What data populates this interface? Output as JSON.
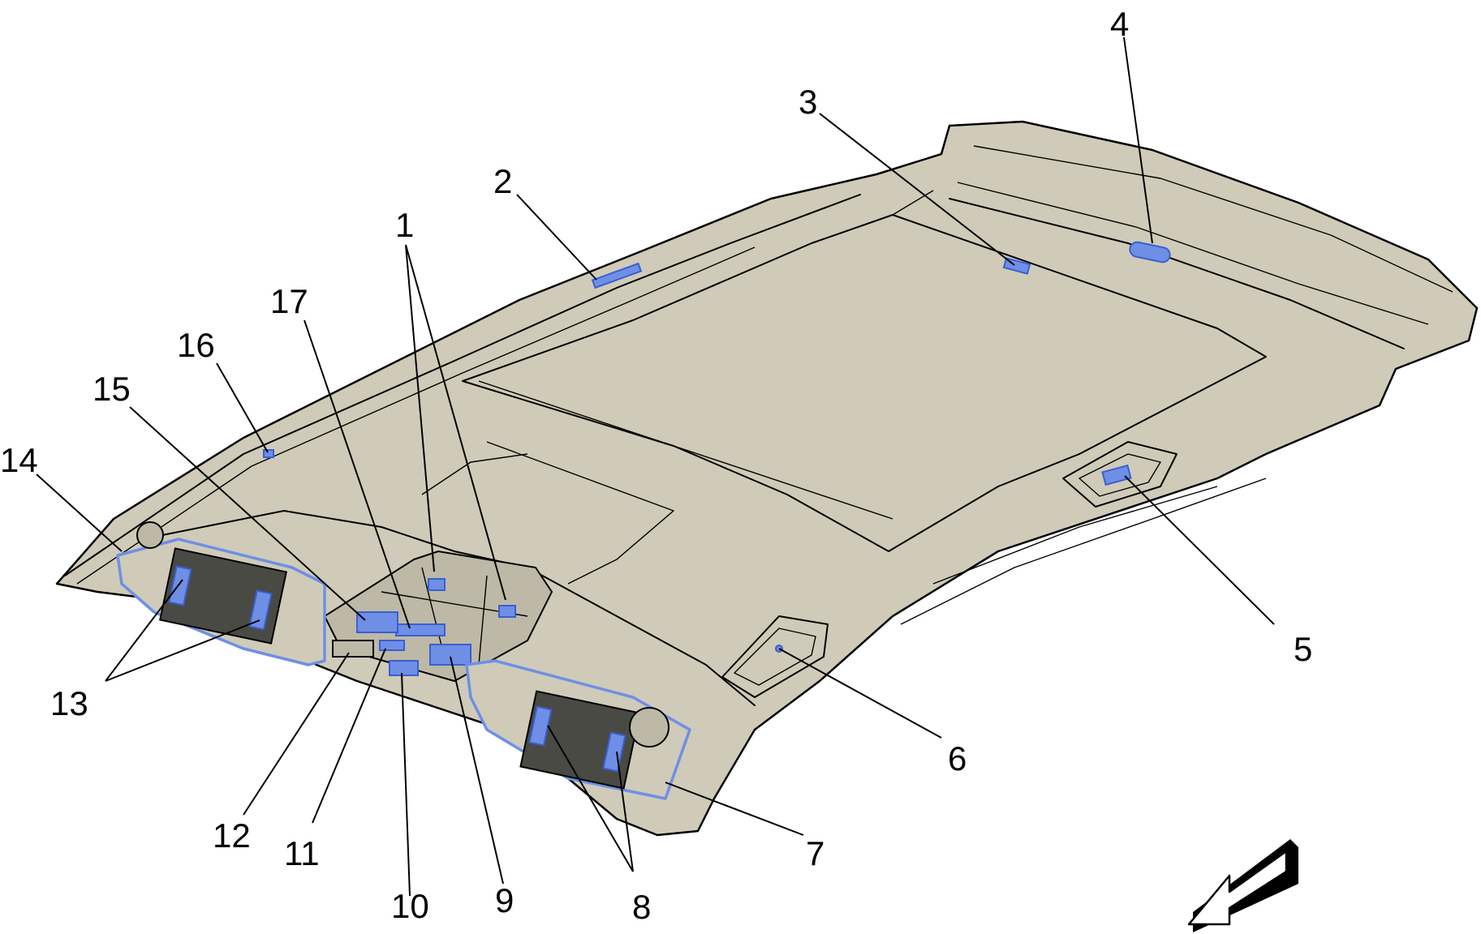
{
  "callouts": {
    "c1": "1",
    "c2": "2",
    "c3": "3",
    "c4": "4",
    "c5": "5",
    "c6": "6",
    "c7": "7",
    "c8": "8",
    "c9": "9",
    "c10": "10",
    "c11": "11",
    "c12": "12",
    "c13": "13",
    "c14": "14",
    "c15": "15",
    "c16": "16",
    "c17": "17"
  },
  "colors": {
    "headliner": "#cfcbb8",
    "highlight": "#6f8fe6",
    "outline": "#000000"
  },
  "icons": {
    "direction_arrow": "front-direction-arrow-icon"
  }
}
